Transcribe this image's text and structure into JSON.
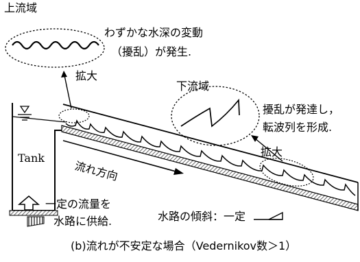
{
  "labels": {
    "upstream": "上流域",
    "downstream": "下流域",
    "upstream_note_1": "わずかな水深の変動",
    "upstream_note_2": "（擾乱）が発生.",
    "downstream_note_1": "擾乱が発達し，",
    "downstream_note_2": "転波列を形成.",
    "magnify_1": "拡大",
    "magnify_2": "拡大",
    "tank": "Tank",
    "flow_direction": "流れ方向",
    "supply_1": "一定の流量を",
    "supply_2": "水路に供給.",
    "slope": "水路の傾斜：一定",
    "caption": "(b)流れが不安定な場合（Vedernikov数＞1）"
  },
  "colors": {
    "line": "#000000",
    "hatch": "#555555",
    "background": "#ffffff"
  },
  "icons": {
    "water_surface": "triangle-water-surface-icon",
    "inflow": "up-arrow-icon"
  }
}
